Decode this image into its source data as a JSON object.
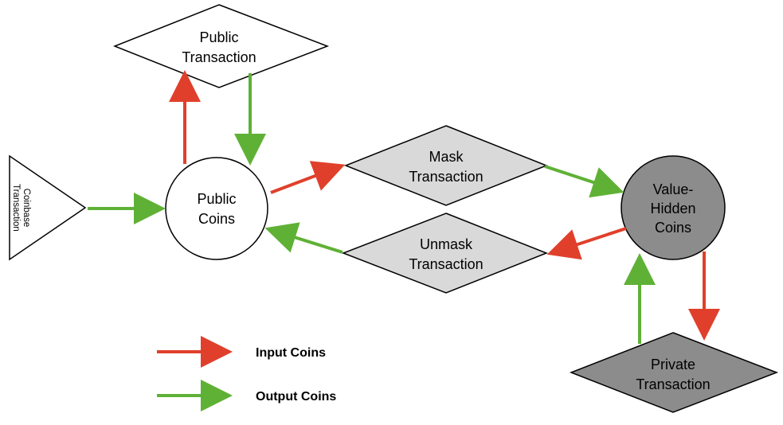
{
  "colors": {
    "input_arrow": "#e0402b",
    "output_arrow": "#5fb136",
    "light_node": "#d9d9d9",
    "dark_node": "#8c8c8c",
    "white_node": "#ffffff",
    "stroke": "#000000"
  },
  "nodes": {
    "coinbase": {
      "line1": "Coinbase",
      "line2": "Transaction"
    },
    "public_transaction": {
      "line1": "Public",
      "line2": "Transaction"
    },
    "public_coins": {
      "line1": "Public",
      "line2": "Coins"
    },
    "mask_transaction": {
      "line1": "Mask",
      "line2": "Transaction"
    },
    "unmask_transaction": {
      "line1": "Unmask",
      "line2": "Transaction"
    },
    "value_hidden_coins": {
      "line1": "Value-",
      "line2": "Hidden",
      "line3": "Coins"
    },
    "private_transaction": {
      "line1": "Private",
      "line2": "Transaction"
    }
  },
  "legend": {
    "input_label": "Input Coins",
    "output_label": "Output Coins"
  }
}
